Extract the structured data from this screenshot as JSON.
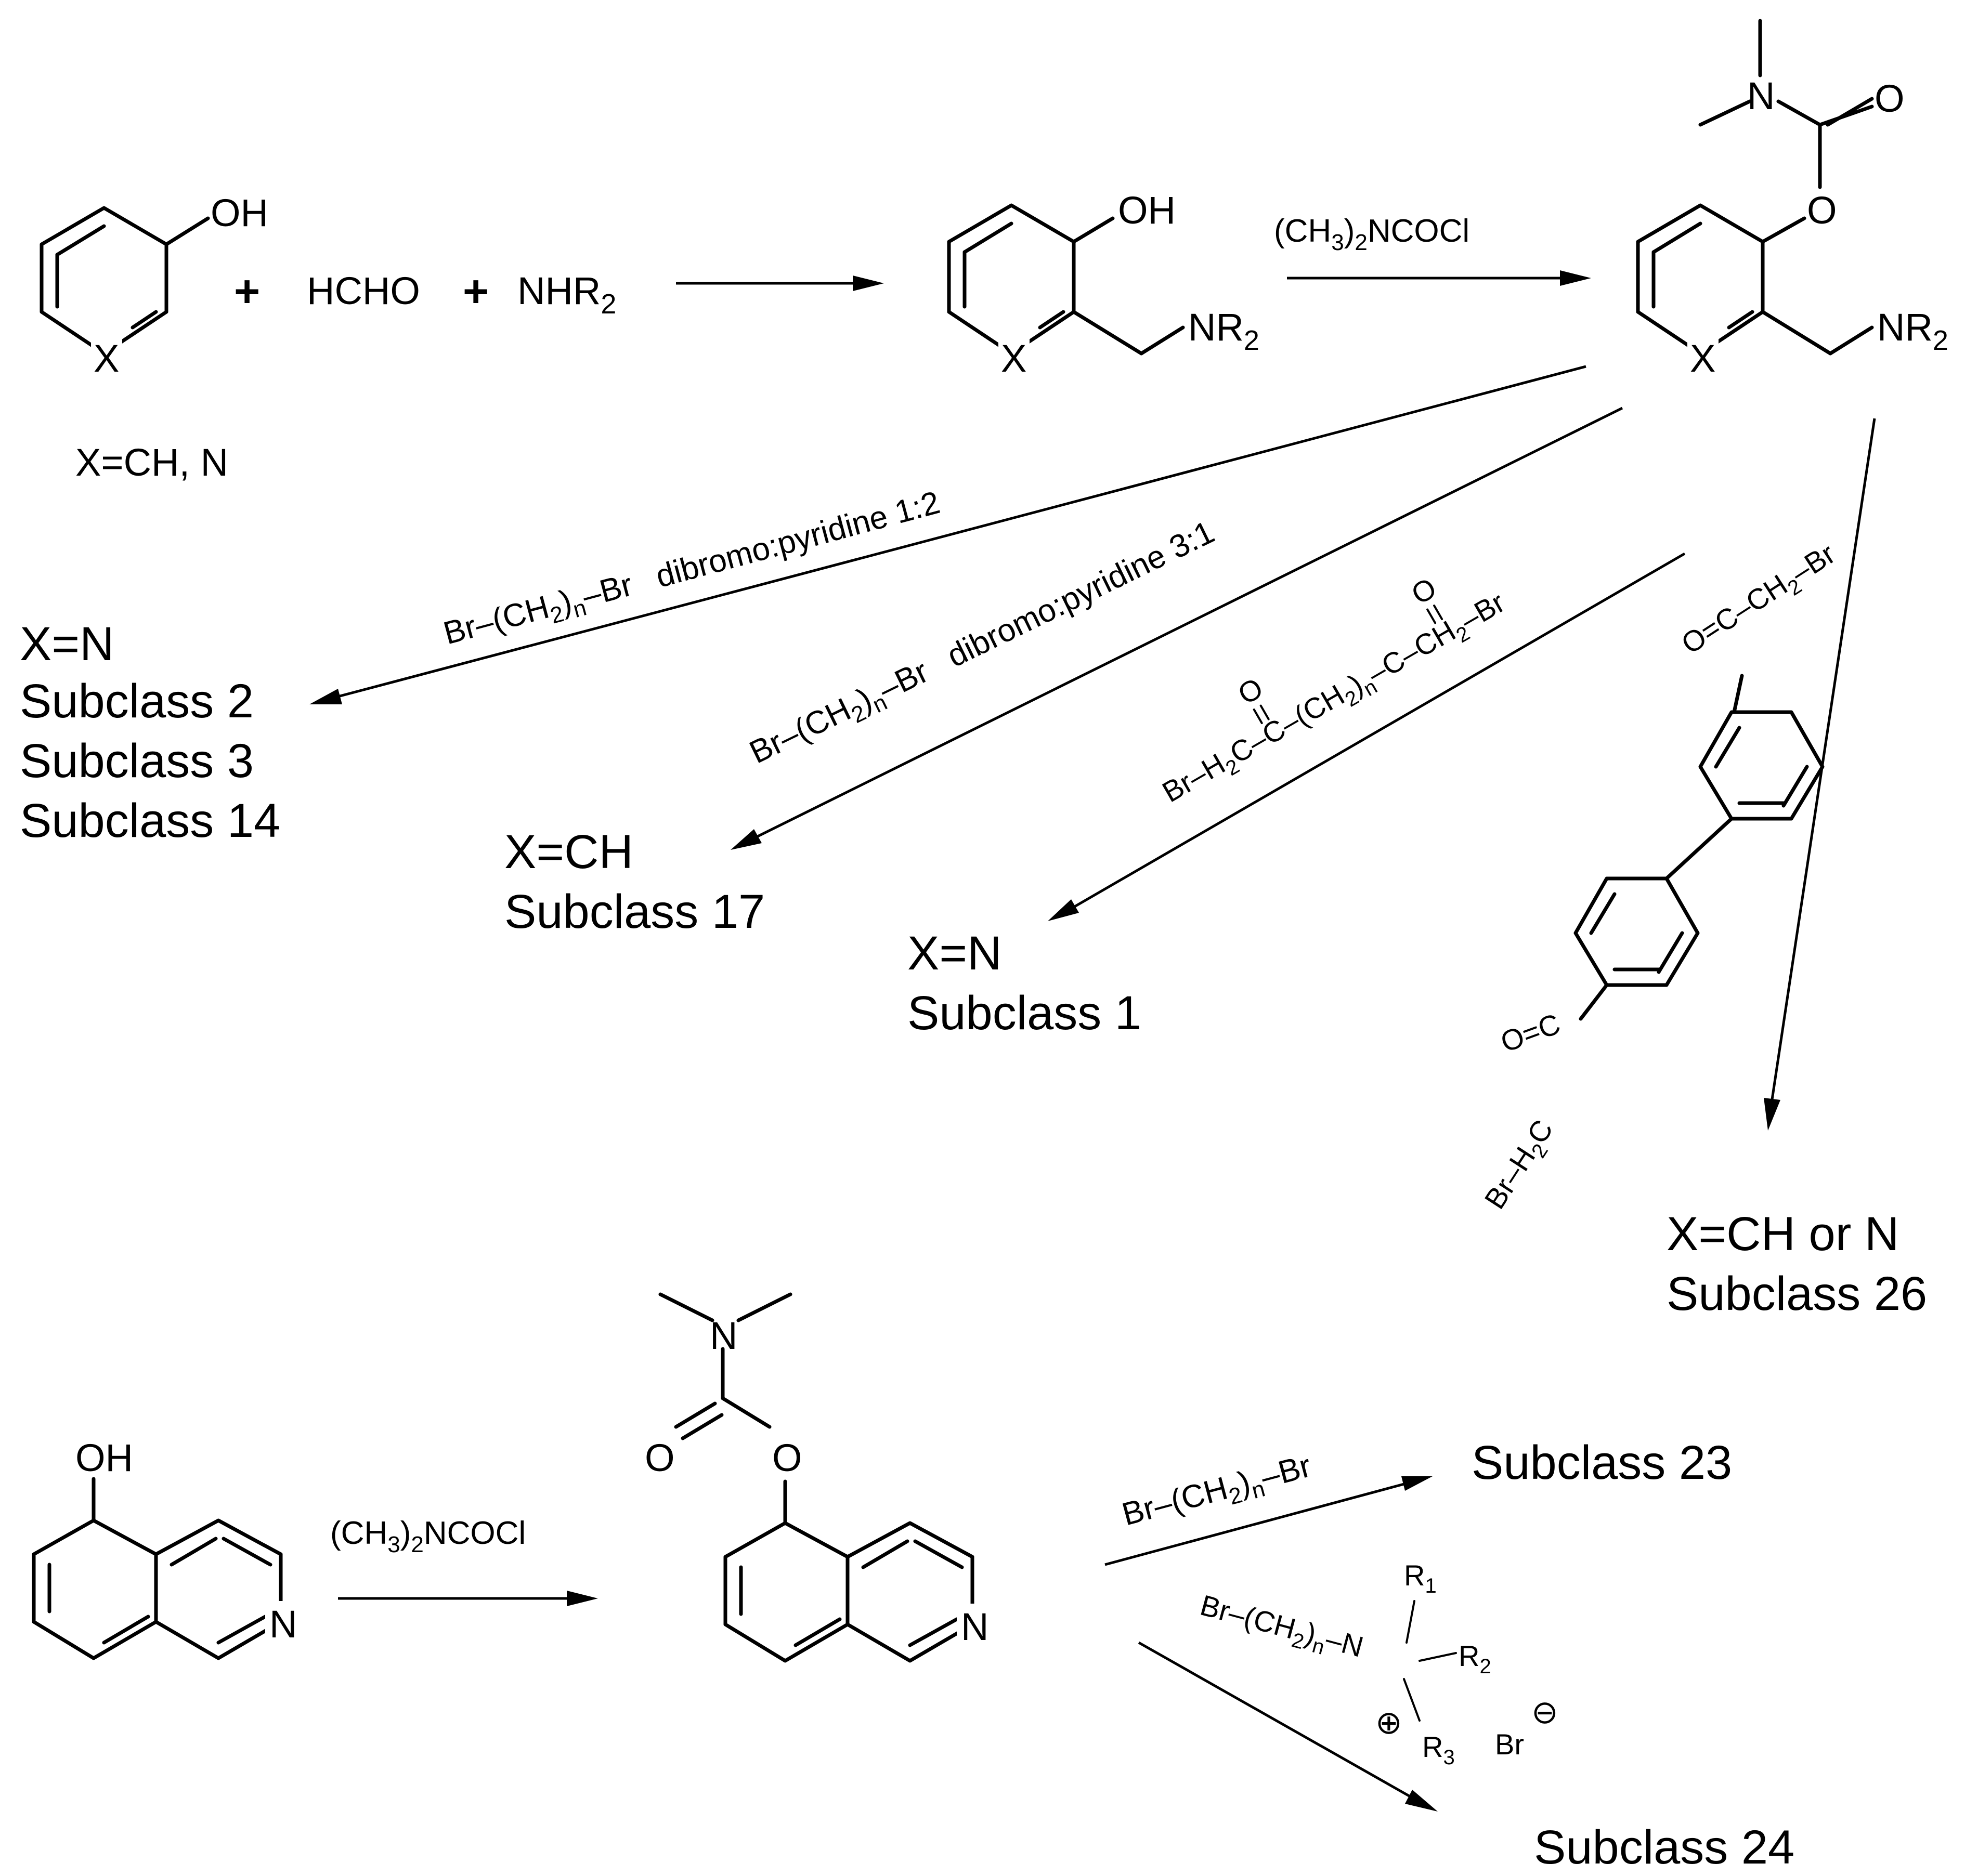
{
  "atoms": {
    "oh": "OH",
    "x": "X",
    "n": "N",
    "o": "O",
    "nr2_main": "NR",
    "sub2": "2",
    "sub3": "3",
    "subn": "n"
  },
  "reactants": {
    "hcho": "HCHO",
    "nhr2_main": "NHR",
    "plus": "+",
    "x_def": "X=CH, N"
  },
  "reagents": {
    "dmcc_left": "(CH",
    "dmcc_right": "NCOCl",
    "br_left": "Br",
    "ch2_left": "(CH",
    "ch2_right": ")",
    "br_right": "Br",
    "dash": "–",
    "ratio_12": "dibromo:pyridine 1:2",
    "ratio_31": "dibromo:pyridine 3:1",
    "diketo_a": "Br–H",
    "diketo_b": "C–C–(CH",
    "diketo_c": ")",
    "diketo_d": "–C–CH",
    "diketo_e": "–Br",
    "biph_top_a": "O=C–CH",
    "biph_top_b": "–Br",
    "biph_bot_a": "O=C",
    "biph_bot_b": "Br–H",
    "biph_bot_c": "C",
    "quat_a": "Br–(CH",
    "quat_b": ")",
    "quat_c": "–N",
    "r1": "R",
    "r2": "R",
    "r3": "R",
    "sub1": "1",
    "plus_sign": "⊕",
    "br_anion": "Br",
    "minus_sign": "⊖"
  },
  "products": {
    "p1_line1": "X=N",
    "p1_line2": "Subclass 2",
    "p1_line3": "Subclass 3",
    "p1_line4": "Subclass 14",
    "p2_line1": "X=CH",
    "p2_line2": "Subclass 17",
    "p3_line1": "X=N",
    "p3_line2": "Subclass 1",
    "p4_line1": "X=CH or N",
    "p4_line2": "Subclass 26",
    "p5": "Subclass 23",
    "p6": "Subclass 24"
  }
}
